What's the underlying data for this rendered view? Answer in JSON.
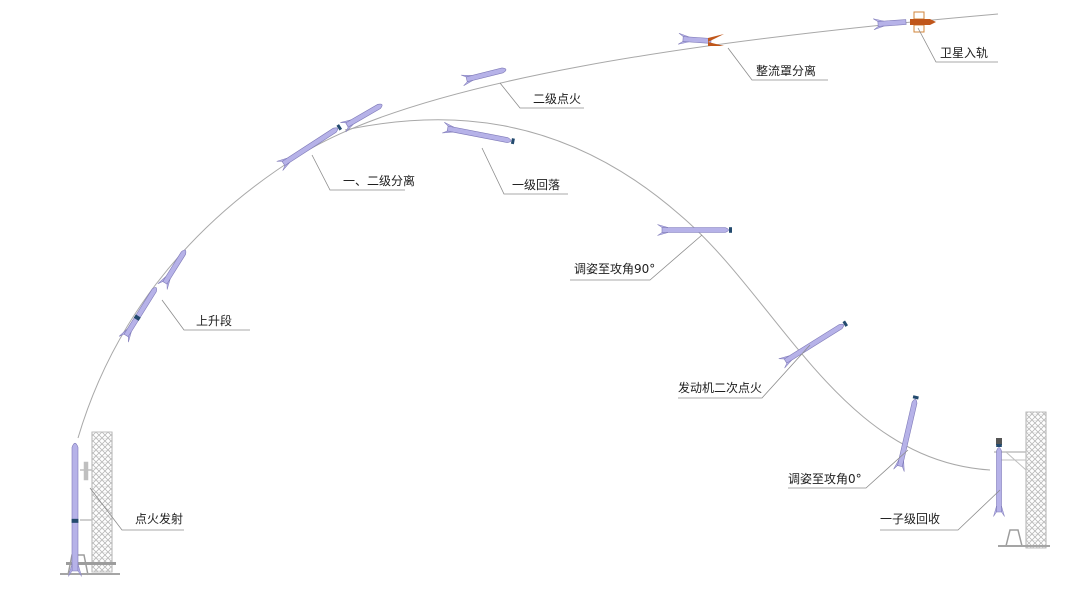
{
  "stages": {
    "launch": "点火发射",
    "ascent": "上升段",
    "stage_separation": "一、二级分离",
    "second_stage_ignition": "二级点火",
    "fairing_separation": "整流罩分离",
    "orbit_insertion": "卫星入轨",
    "stage1_fallback": "一级回落",
    "attitude_90": "调姿至攻角90°",
    "engine_second_ignition": "发动机二次点火",
    "attitude_0": "调姿至攻角0°",
    "recovery": "一子级回收"
  },
  "colors": {
    "trajectory": "#a8a8a8",
    "rocket_body": "#b6b2e8",
    "rocket_edge": "#7f7ab8",
    "interstage_band": "#234a6e",
    "tower": "#bfbfbf",
    "leader_line": "#8c8c8c",
    "satellite": "#c0561a"
  }
}
